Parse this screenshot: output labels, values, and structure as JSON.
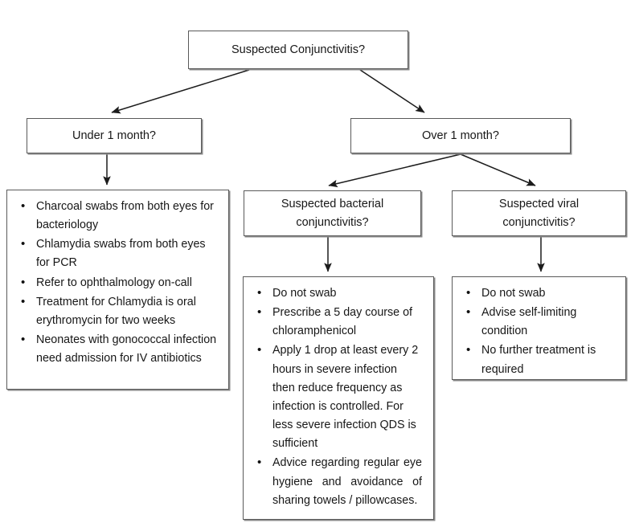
{
  "chart_data": {
    "type": "diagram",
    "title": "Conjunctivitis management flowchart",
    "nodes": [
      {
        "id": "root",
        "kind": "decision",
        "text": "Suspected Conjunctivitis?"
      },
      {
        "id": "under",
        "kind": "decision",
        "text": "Under 1 month?"
      },
      {
        "id": "over",
        "kind": "decision",
        "text": "Over 1 month?"
      },
      {
        "id": "bacterial",
        "kind": "decision",
        "line1": "Suspected bacterial",
        "line2": "conjunctivitis?"
      },
      {
        "id": "viral",
        "kind": "decision",
        "line1": "Suspected viral",
        "line2": "conjunctivitis?"
      },
      {
        "id": "neonatal-list",
        "kind": "action-list"
      },
      {
        "id": "bacterial-list",
        "kind": "action-list"
      },
      {
        "id": "viral-list",
        "kind": "action-list"
      }
    ],
    "edges": [
      {
        "from": "root",
        "to": "under",
        "style": "arrow"
      },
      {
        "from": "root",
        "to": "over",
        "style": "arrow"
      },
      {
        "from": "under",
        "to": "neonatal-list",
        "style": "arrow"
      },
      {
        "from": "over",
        "to": "bacterial",
        "style": "arrow"
      },
      {
        "from": "over",
        "to": "viral",
        "style": "arrow"
      },
      {
        "from": "bacterial",
        "to": "bacterial-list",
        "style": "arrow"
      },
      {
        "from": "viral",
        "to": "viral-list",
        "style": "arrow"
      }
    ]
  },
  "colors": {
    "box_border": "#5a5a5a",
    "box_shadow": "#8a8a8a",
    "connector": "#1c1c1c",
    "text": "#171717",
    "background": "#ffffff"
  },
  "nodes": {
    "root": {
      "text": "Suspected Conjunctivitis?"
    },
    "under_one_month": {
      "text": "Under 1 month?"
    },
    "over_one_month": {
      "text": "Over 1 month?"
    },
    "suspected_bacterial": {
      "line1": "Suspected bacterial",
      "line2": "conjunctivitis?"
    },
    "suspected_viral": {
      "line1": "Suspected viral",
      "line2": "conjunctivitis?"
    },
    "neonatal_actions": {
      "items": [
        "Charcoal swabs from both eyes for bacteriology",
        "Chlamydia swabs from both eyes for PCR",
        "Refer to ophthalmology on-call",
        "Treatment for Chlamydia is oral erythromycin for two weeks",
        "Neonates with gonococcal infection need admission for IV antibiotics"
      ]
    },
    "bacterial_actions": {
      "items": [
        "Do not swab",
        "Prescribe a 5 day course of chloramphenicol",
        "Apply 1 drop at least every 2 hours in severe infection then reduce frequency as infection is controlled. For less severe infection QDS is sufficient",
        "Advice regarding regular eye hygiene and avoidance of sharing towels / pillowcases."
      ]
    },
    "viral_actions": {
      "items": [
        "Do not swab",
        "Advise self-limiting condition",
        "No further treatment is required"
      ]
    }
  }
}
